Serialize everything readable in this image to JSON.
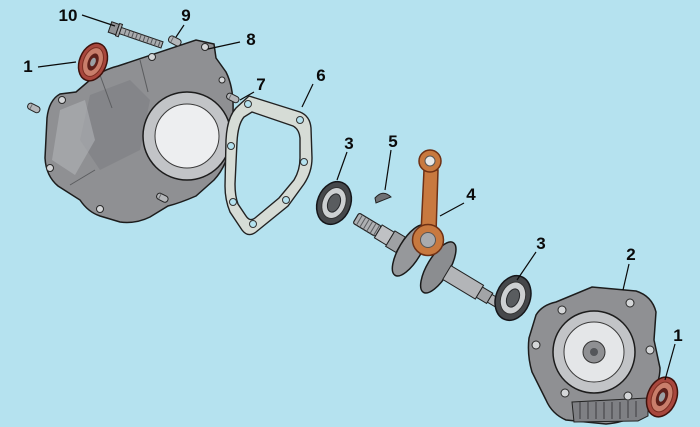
{
  "diagram": {
    "name": "engine-crankcase-exploded-view",
    "background": "#b5e2ef",
    "callouts": [
      {
        "label": "10",
        "part": "crankcase-bolt"
      },
      {
        "label": "9",
        "part": "dowel-pin-top"
      },
      {
        "label": "8",
        "part": "left-crankcase-half"
      },
      {
        "label": "1",
        "part": "oil-seal-left"
      },
      {
        "label": "7",
        "part": "dowel-pin-mid"
      },
      {
        "label": "6",
        "part": "crankcase-gasket"
      },
      {
        "label": "3",
        "part": "main-bearing-left"
      },
      {
        "label": "5",
        "part": "woodruff-key"
      },
      {
        "label": "4",
        "part": "crankshaft-connecting-rod"
      },
      {
        "label": "3",
        "part": "main-bearing-right"
      },
      {
        "label": "2",
        "part": "right-crankcase-half"
      },
      {
        "label": "1",
        "part": "oil-seal-right"
      }
    ],
    "colors": {
      "background": "#b5e2ef",
      "casing": "#8f9093",
      "casing_dark": "#7d7e82",
      "casing_light": "#c2c4c7",
      "bore": "#edeef0",
      "gasket": "#d6dcd6",
      "bearing_outer": "#46484b",
      "bearing_cage": "#cdd0d2",
      "seal_outer": "#a8473d",
      "seal_inner": "#c97e6b",
      "rod": "#c8793f",
      "shaft": "#b3b5b8",
      "outline": "#1c1c1c",
      "label_text": "#0a0a0a"
    }
  }
}
